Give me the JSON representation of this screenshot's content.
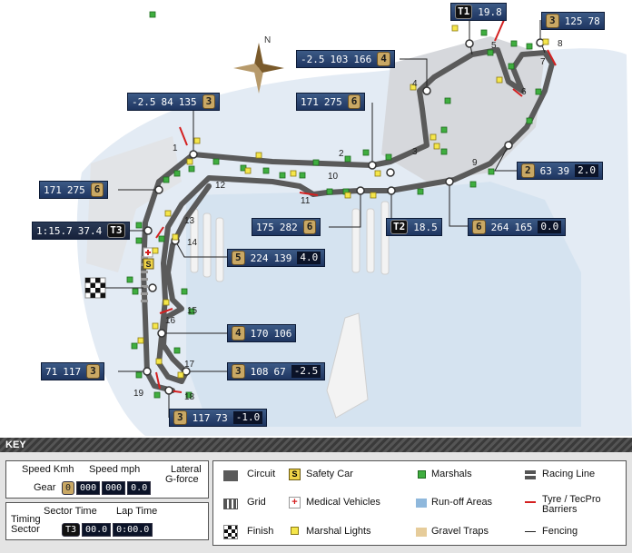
{
  "callouts": {
    "t1": {
      "sector": "T1",
      "time": "19.8"
    },
    "c8": {
      "gear": "3",
      "v1": "125",
      "v2": "78"
    },
    "c4": {
      "v1": "-2.5",
      "v2": "103",
      "v3": "166",
      "gear": "4"
    },
    "c1": {
      "v1": "-2.5",
      "v2": "84",
      "v3": "135",
      "gear": "3"
    },
    "c3": {
      "v1": "171",
      "v2": "275",
      "gear": "6"
    },
    "c12": {
      "v1": "171",
      "v2": "275",
      "gear": "6"
    },
    "lap": {
      "lap": "1:15.7",
      "time": "37.4",
      "sector": "T3"
    },
    "t2": {
      "sector": "T2",
      "time": "18.5"
    },
    "c11": {
      "v1": "175",
      "v2": "282",
      "gear": "6"
    },
    "c14": {
      "gear": "5",
      "v1": "224",
      "v2": "139",
      "v3": "4.0"
    },
    "c9": {
      "gear": "6",
      "v1": "264",
      "v2": "165",
      "v3": "0.0"
    },
    "c6": {
      "gear": "2",
      "v1": "63",
      "v2": "39",
      "v3": "2.0"
    },
    "c16": {
      "gear": "4",
      "v1": "170",
      "v2": "106"
    },
    "c19": {
      "v1": "71",
      "v2": "117",
      "gear": "3"
    },
    "c17": {
      "gear": "3",
      "v1": "108",
      "v2": "67",
      "v3": "-2.5"
    },
    "c18": {
      "gear": "3",
      "v1": "117",
      "v2": "73",
      "v3": "-1.0"
    }
  },
  "turns": [
    "1",
    "2",
    "3",
    "4",
    "5",
    "6",
    "7",
    "8",
    "9",
    "10",
    "11",
    "12",
    "13",
    "14",
    "15",
    "16",
    "17",
    "18",
    "19"
  ],
  "compass": "N",
  "safety_car_marker": "S",
  "key": {
    "title": "KEY",
    "legend_box": {
      "speed_kmh": "Speed Kmh",
      "speed_mph": "Speed mph",
      "lateral": "Lateral",
      "gforce": "G-force",
      "gear": "Gear",
      "gear_val": "0",
      "kmh_val": "000",
      "mph_val": "000",
      "g_val": "0.0"
    },
    "timing_box": {
      "sector_time": "Sector Time",
      "lap_time": "Lap Time",
      "timing": "Timing",
      "sector": "Sector",
      "sector_badge": "T3",
      "sector_val": "00.0",
      "lap_val": "0:00.0"
    },
    "items": {
      "circuit": "Circuit",
      "grid": "Grid",
      "finish": "Finish",
      "safety_car": "Safety Car",
      "medical": "Medical Vehicles",
      "marshal_lights": "Marshal Lights",
      "marshals": "Marshals",
      "runoff": "Run-off Areas",
      "gravel": "Gravel Traps",
      "racing_line": "Racing Line",
      "tyre_line1": "Tyre / TecPro",
      "tyre_line2": "Barriers",
      "fencing": "Fencing"
    }
  },
  "colors": {
    "track": "#555555",
    "marshal": "#3fae3f",
    "light": "#f5e64a",
    "barrier": "#d42020",
    "runoff": "#8fb8dc",
    "gravel": "#e6cc9a",
    "water": "#dfe9f3"
  }
}
